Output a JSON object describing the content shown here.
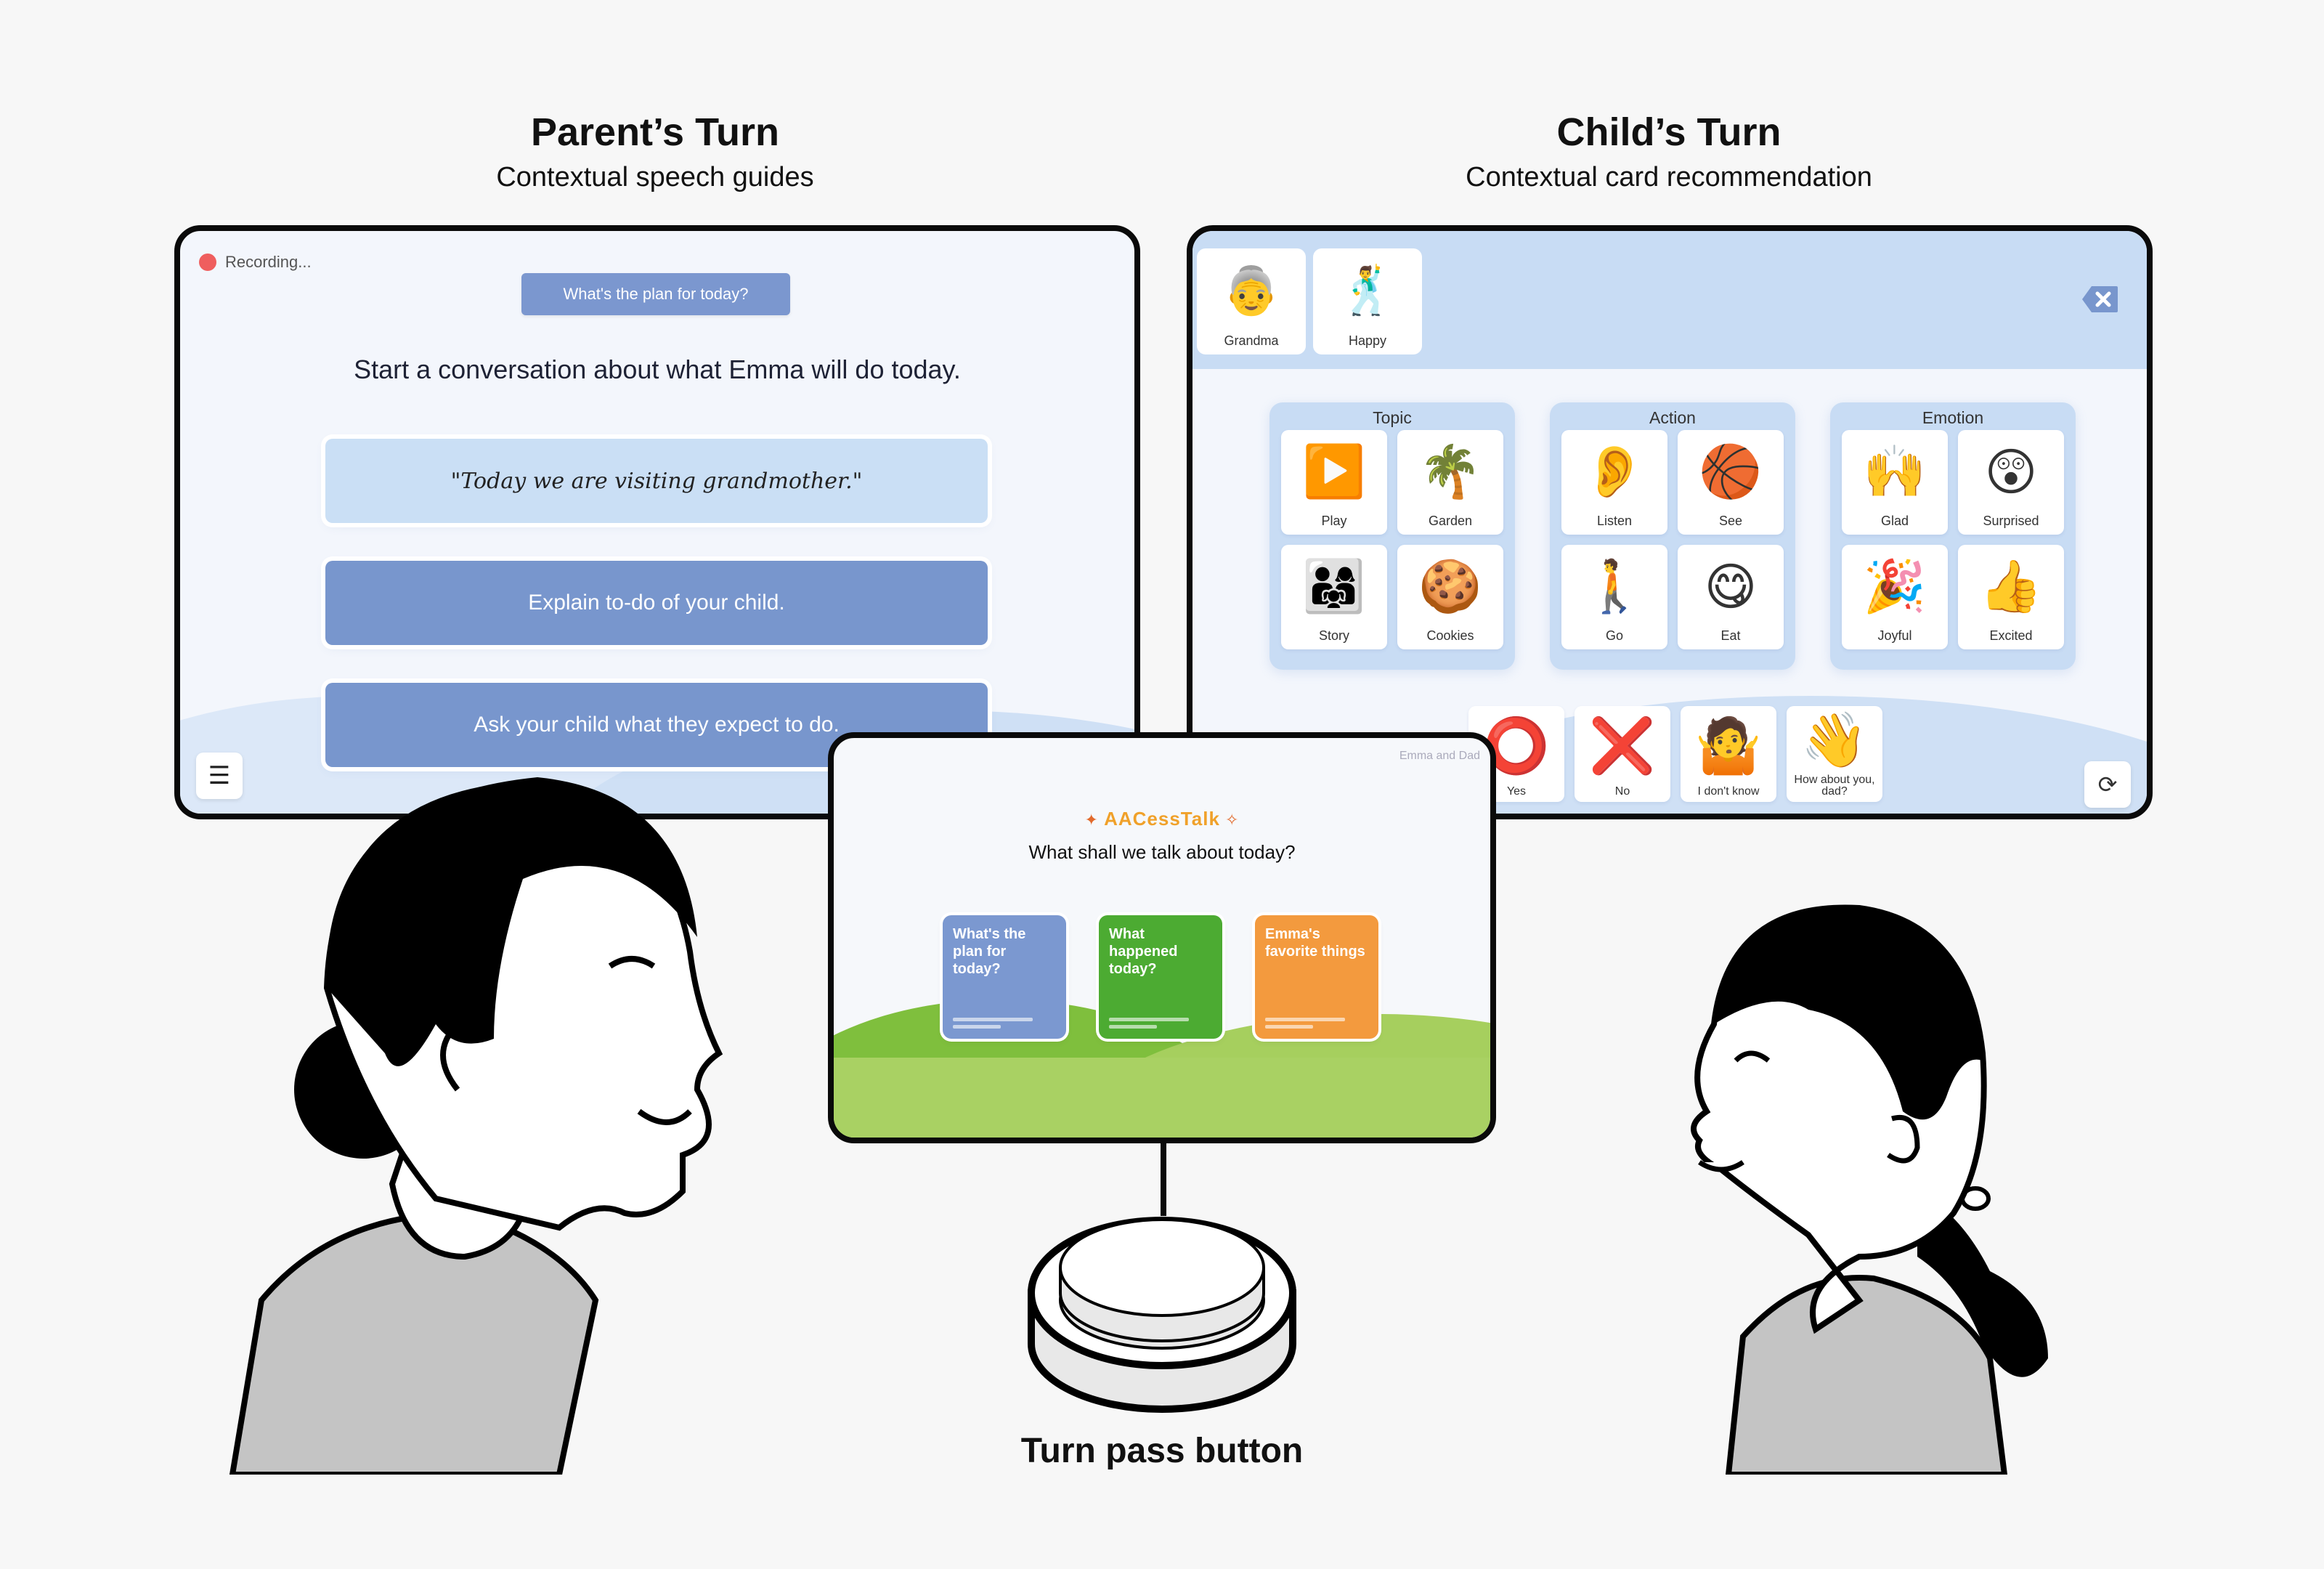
{
  "headers": {
    "parent": {
      "title": "Parent’s Turn",
      "subtitle": "Contextual speech guides"
    },
    "child": {
      "title": "Child’s Turn",
      "subtitle": "Contextual card recommendation"
    }
  },
  "parent_screen": {
    "recording_label": "Recording...",
    "topic_ribbon": "What's the plan for today?",
    "prompt": "Start a conversation about what Emma will do today.",
    "guides": [
      {
        "label": "\"Today we are visiting grandmother.\"",
        "style": "quote"
      },
      {
        "label": "Explain to-do of your child.",
        "style": "action"
      },
      {
        "label": "Ask your child what they expect to do.",
        "style": "action"
      }
    ],
    "menu_icon": "hamburger-icon"
  },
  "child_screen": {
    "selected_cards": [
      {
        "label": "Grandma",
        "icon": "👵"
      },
      {
        "label": "Happy",
        "icon": "🕺"
      }
    ],
    "delete_icon": "backspace-icon",
    "groups": [
      {
        "title": "Topic",
        "cards": [
          {
            "label": "Play",
            "icon": "▶️"
          },
          {
            "label": "Garden",
            "icon": "🌴"
          },
          {
            "label": "Story",
            "icon": "👨‍👩‍👧"
          },
          {
            "label": "Cookies",
            "icon": "🍪"
          }
        ]
      },
      {
        "title": "Action",
        "cards": [
          {
            "label": "Listen",
            "icon": "👂"
          },
          {
            "label": "See",
            "icon": "🏀"
          },
          {
            "label": "Go",
            "icon": "🚶"
          },
          {
            "label": "Eat",
            "icon": "😋"
          }
        ]
      },
      {
        "title": "Emotion",
        "cards": [
          {
            "label": "Glad",
            "icon": "🙌"
          },
          {
            "label": "Surprised",
            "icon": "😲"
          },
          {
            "label": "Joyful",
            "icon": "🎉"
          },
          {
            "label": "Excited",
            "icon": "👍"
          }
        ]
      }
    ],
    "quick_replies": [
      {
        "label": "Yes",
        "icon": "⭕"
      },
      {
        "label": "No",
        "icon": "❌"
      },
      {
        "label": "I don't know",
        "icon": "🤷"
      },
      {
        "label": "How about you, dad?",
        "icon": "👋"
      }
    ],
    "refresh_icon": "refresh-icon"
  },
  "home_screen": {
    "user_tag": "Emma and Dad",
    "logo": "AACessTalk",
    "question": "What shall we talk about today?",
    "topics": [
      {
        "label": "What's the plan for today?",
        "color": "#7b98d0"
      },
      {
        "label": "What happened today?",
        "color": "#4cab32"
      },
      {
        "label": "Emma's favorite things",
        "color": "#f39a3e"
      }
    ]
  },
  "turn_pass_label": "Turn pass button",
  "colors": {
    "accent_blue": "#7896cd",
    "light_blue": "#c8dcf4",
    "recording_red": "#ef5e5e",
    "bezel": "#0a0a0a"
  }
}
